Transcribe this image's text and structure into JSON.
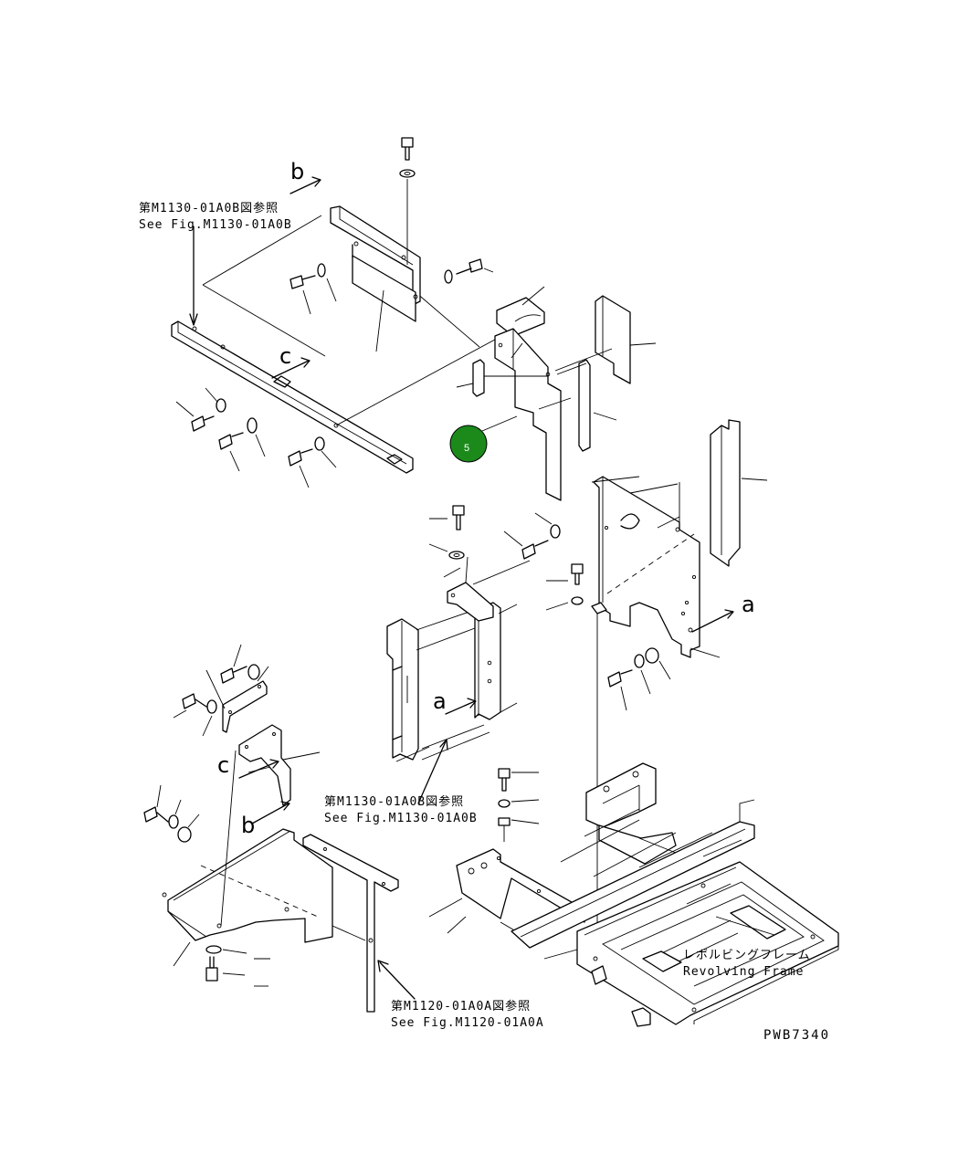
{
  "references": [
    {
      "id": "ref-m1130-top",
      "jp": "第M1130-01A0B図参照",
      "en": "See Fig.M1130-01A0B"
    },
    {
      "id": "ref-m1130-mid",
      "jp": "第M1130-01A0B図参照",
      "en": "See Fig.M1130-01A0B"
    },
    {
      "id": "ref-m1120",
      "jp": "第M1120-01A0A図参照",
      "en": "See Fig.M1120-01A0A"
    }
  ],
  "frame_label": {
    "jp": "レボルビングフレーム",
    "en": "Revolving Frame"
  },
  "view_letters": {
    "b_top": "b",
    "c_top": "c",
    "a_mid": "a",
    "a_right": "a",
    "c_left": "c",
    "b_left": "b"
  },
  "callout": {
    "number": "5",
    "color": "#1b8a1b"
  },
  "drawing_code": "PWB7340",
  "colors": {
    "line": "#000000",
    "background": "#ffffff",
    "callout_fill": "#1b8a1b"
  }
}
